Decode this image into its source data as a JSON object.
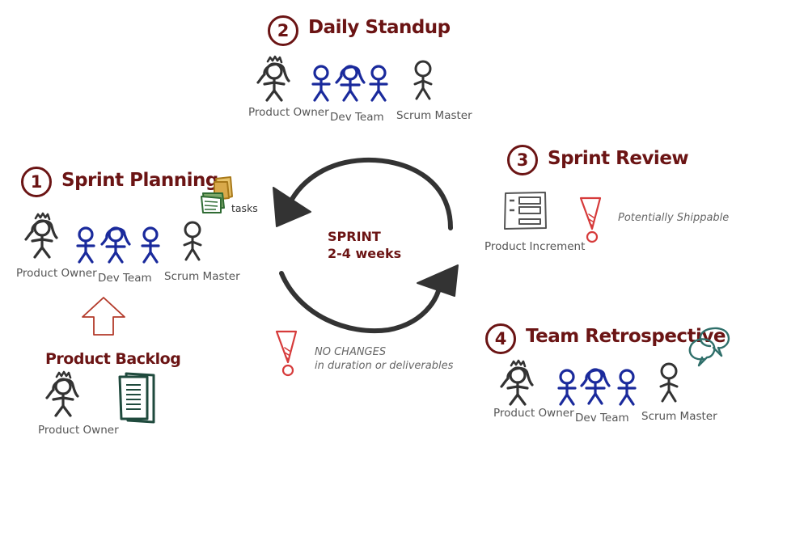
{
  "steps": {
    "planning": {
      "number": "1",
      "title": "Sprint Planning"
    },
    "standup": {
      "number": "2",
      "title": "Daily Standup"
    },
    "review": {
      "number": "3",
      "title": "Sprint Review"
    },
    "retro": {
      "number": "4",
      "title": "Team Retrospective"
    }
  },
  "roles": {
    "product_owner": "Product Owner",
    "dev_team": "Dev Team",
    "scrum_master": "Scrum Master"
  },
  "tasks_label": "tasks",
  "backlog": {
    "title": "Product Backlog"
  },
  "sprint": {
    "line1": "SPRINT",
    "line2": "2-4 weeks"
  },
  "no_changes": {
    "line1": "NO CHANGES",
    "line2": "in duration or deliverables"
  },
  "review_items": {
    "increment": "Product Increment",
    "shippable": "Potentially Shippable"
  },
  "colors": {
    "heading": "#6b1414",
    "dev_team": "#1a2a9c",
    "people": "#333333",
    "warning": "#d63b3b",
    "backlog_doc": "#1f4a3d",
    "bubble": "#2f6f6a",
    "arrow": "#333333"
  }
}
